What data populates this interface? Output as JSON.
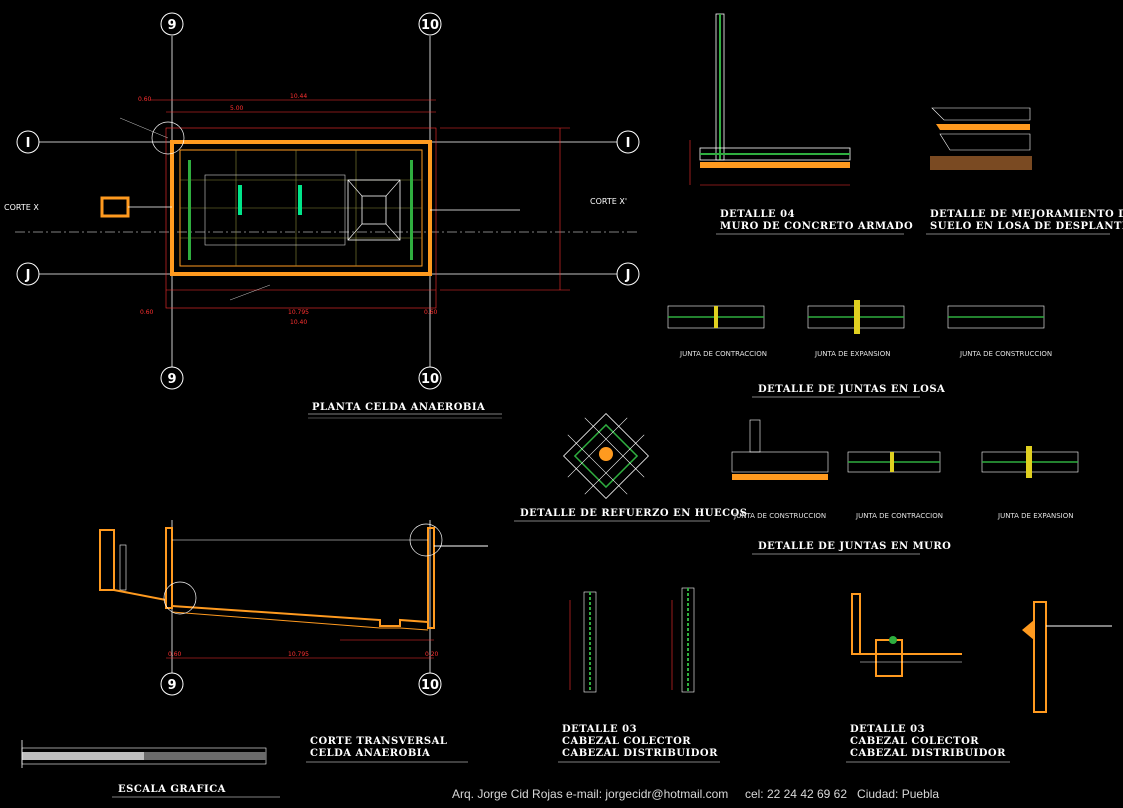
{
  "axes": {
    "top": [
      "9",
      "10"
    ],
    "bottom": [
      "9",
      "10"
    ],
    "section_bottom": [
      "9",
      "10"
    ],
    "left": [
      "I",
      "J"
    ],
    "right": [
      "I",
      "J"
    ]
  },
  "plan": {
    "title": "PLANTA CELDA ANAEROBIA",
    "corte_left": "CORTE X",
    "corte_right": "CORTE X'",
    "dims_top": [
      "0.60",
      "10.44",
      "5.00"
    ],
    "dims_bottom": [
      "0.60",
      "10.795",
      "10.40",
      "0.60"
    ]
  },
  "section": {
    "title_line1": "CORTE TRANSVERSAL",
    "title_line2": "CELDA ANAEROBIA",
    "dims": [
      "0.60",
      "10.795",
      "0.20"
    ]
  },
  "escala": {
    "title": "ESCALA GRAFICA"
  },
  "details": {
    "d04_line1": "DETALLE 04",
    "d04_line2": "MURO DE CONCRETO ARMADO",
    "mejoramiento_line1": "DETALLE DE MEJORAMIENTO DE",
    "mejoramiento_line2": "SUELO EN LOSA DE DESPLANTE",
    "juntas_losa_top": [
      "JUNTA DE CONTRACCION",
      "JUNTA DE EXPANSION",
      "JUNTA DE CONSTRUCCION"
    ],
    "juntas_losa_title": "DETALLE DE JUNTAS EN LOSA",
    "refuerzo_title": "DETALLE DE REFUERZO EN HUECOS",
    "juntas_muro_labels": [
      "JUNTA DE CONSTRUCCION",
      "JUNTA DE CONTRACCION",
      "JUNTA DE EXPANSION"
    ],
    "juntas_muro_title": "DETALLE DE JUNTAS EN MURO",
    "d03a_line1": "DETALLE 03",
    "d03a_line2": "CABEZAL COLECTOR",
    "d03a_line3": "CABEZAL DISTRIBUIDOR",
    "d03b_line1": "DETALLE 03",
    "d03b_line2": "CABEZAL COLECTOR",
    "d03b_line3": "CABEZAL DISTRIBUIDOR"
  },
  "footer": {
    "credit": "Arq. Jorge Cid Rojas e-mail: jorgecidr@hotmail.com     cel: 22 24 42 69 62   Ciudad: Puebla"
  }
}
